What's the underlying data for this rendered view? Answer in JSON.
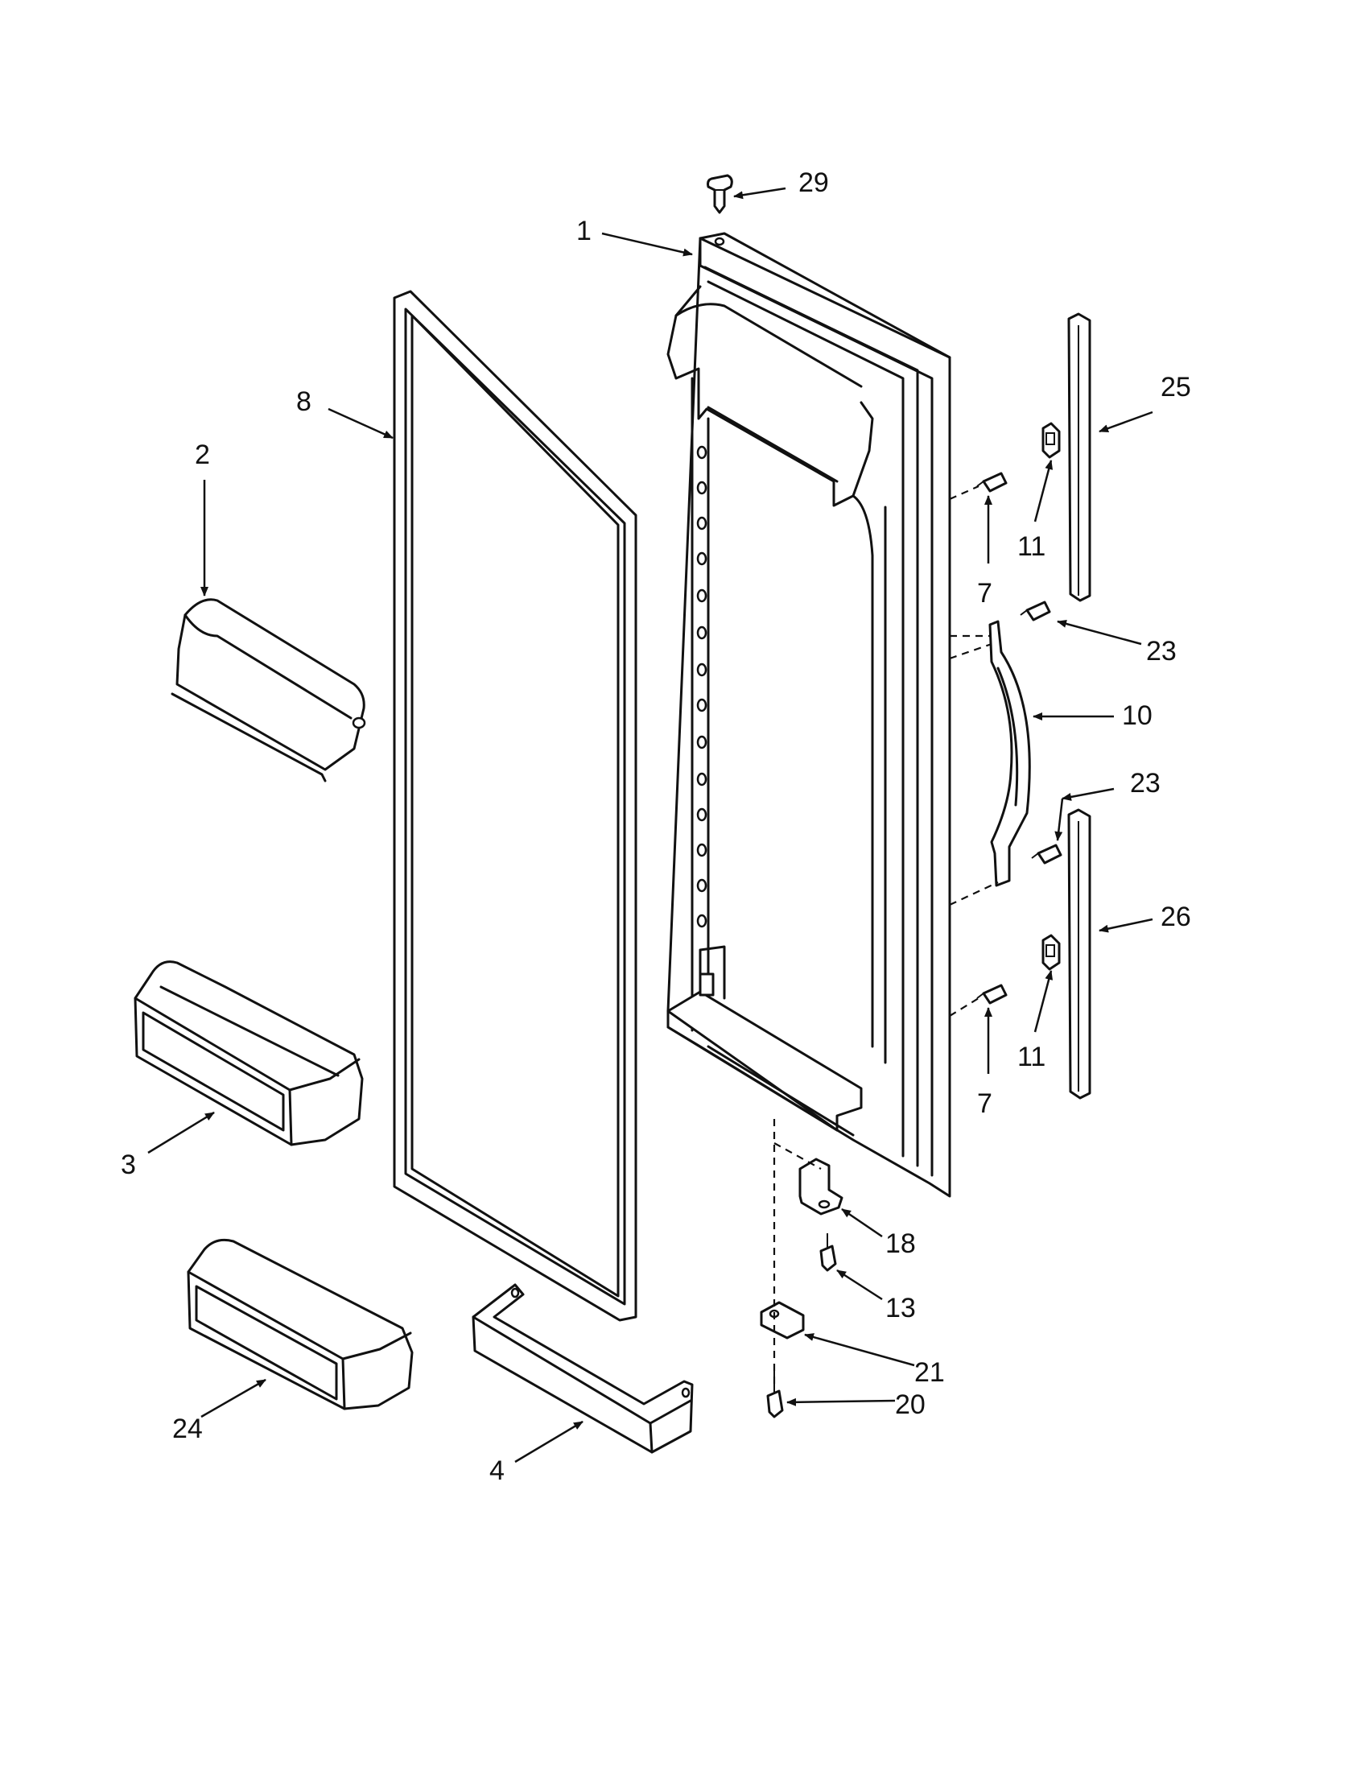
{
  "diagram": {
    "callouts": {
      "c1": "1",
      "c2": "2",
      "c3": "3",
      "c4": "4",
      "c7a": "7",
      "c7b": "7",
      "c8": "8",
      "c10": "10",
      "c11a": "11",
      "c11b": "11",
      "c13": "13",
      "c18": "18",
      "c20": "20",
      "c21": "21",
      "c23a": "23",
      "c23b": "23",
      "c24": "24",
      "c25": "25",
      "c26": "26",
      "c29": "29"
    },
    "parts": [
      {
        "id": "1",
        "shape": "door-liner-panel"
      },
      {
        "id": "2",
        "shape": "dairy-compartment-door"
      },
      {
        "id": "3",
        "shape": "door-shelf-bin"
      },
      {
        "id": "4",
        "shape": "door-shelf-rail"
      },
      {
        "id": "7",
        "shape": "screw"
      },
      {
        "id": "8",
        "shape": "door-gasket"
      },
      {
        "id": "10",
        "shape": "door-handle"
      },
      {
        "id": "11",
        "shape": "clip"
      },
      {
        "id": "13",
        "shape": "screw"
      },
      {
        "id": "18",
        "shape": "hinge-bracket"
      },
      {
        "id": "20",
        "shape": "screw"
      },
      {
        "id": "21",
        "shape": "hinge-plate"
      },
      {
        "id": "23",
        "shape": "screw"
      },
      {
        "id": "24",
        "shape": "door-shelf-bin"
      },
      {
        "id": "25",
        "shape": "trim-strip"
      },
      {
        "id": "26",
        "shape": "trim-strip"
      },
      {
        "id": "29",
        "shape": "plug"
      }
    ]
  }
}
